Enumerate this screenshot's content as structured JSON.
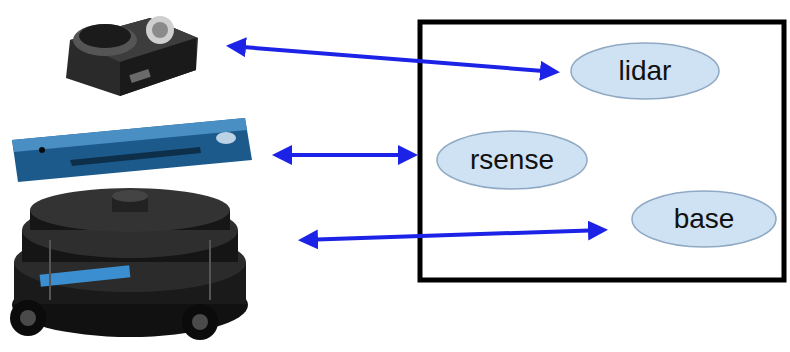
{
  "diagram": {
    "nodes": [
      {
        "text": [
          "lidar"
        ]
      },
      {
        "text": [
          "rsense"
        ]
      },
      {
        "text": [
          "base"
        ]
      }
    ]
  }
}
